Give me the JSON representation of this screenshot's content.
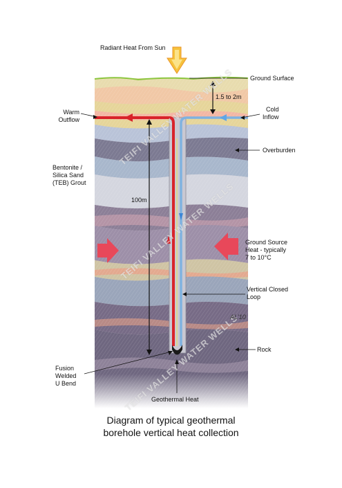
{
  "labels": {
    "sun": "Radiant Heat From Sun",
    "ground_surface": "Ground Surface",
    "depth_top": "1.5 to 2m",
    "warm_outflow": "Warm\nOutflow",
    "cold_inflow": "Cold\nInflow",
    "overburden": "Overburden",
    "grout": "Bentonite /\nSilica Sand\n(TEB) Grout",
    "depth_main": "100m",
    "ground_source": "Ground Source\nHeat - typically\n7 to 10°C",
    "vertical_loop": "Vertical Closed\nLoop",
    "signature": "AL'10",
    "rock": "Rock",
    "fusion": "Fusion\nWelded\nU Bend",
    "geothermal": "Geothermal Heat"
  },
  "watermark": "TEIFI VALLEY WATER WELLS",
  "caption": {
    "line1": "Diagram of typical geothermal",
    "line2": "borehole vertical heat collection"
  },
  "colors": {
    "warm_pipe": "#d8232a",
    "cold_pipe": "#7fb2e0",
    "heat_arrow": "#e8485a",
    "sun_arrow": "#f5b53a",
    "grass": "#8cc63f"
  }
}
